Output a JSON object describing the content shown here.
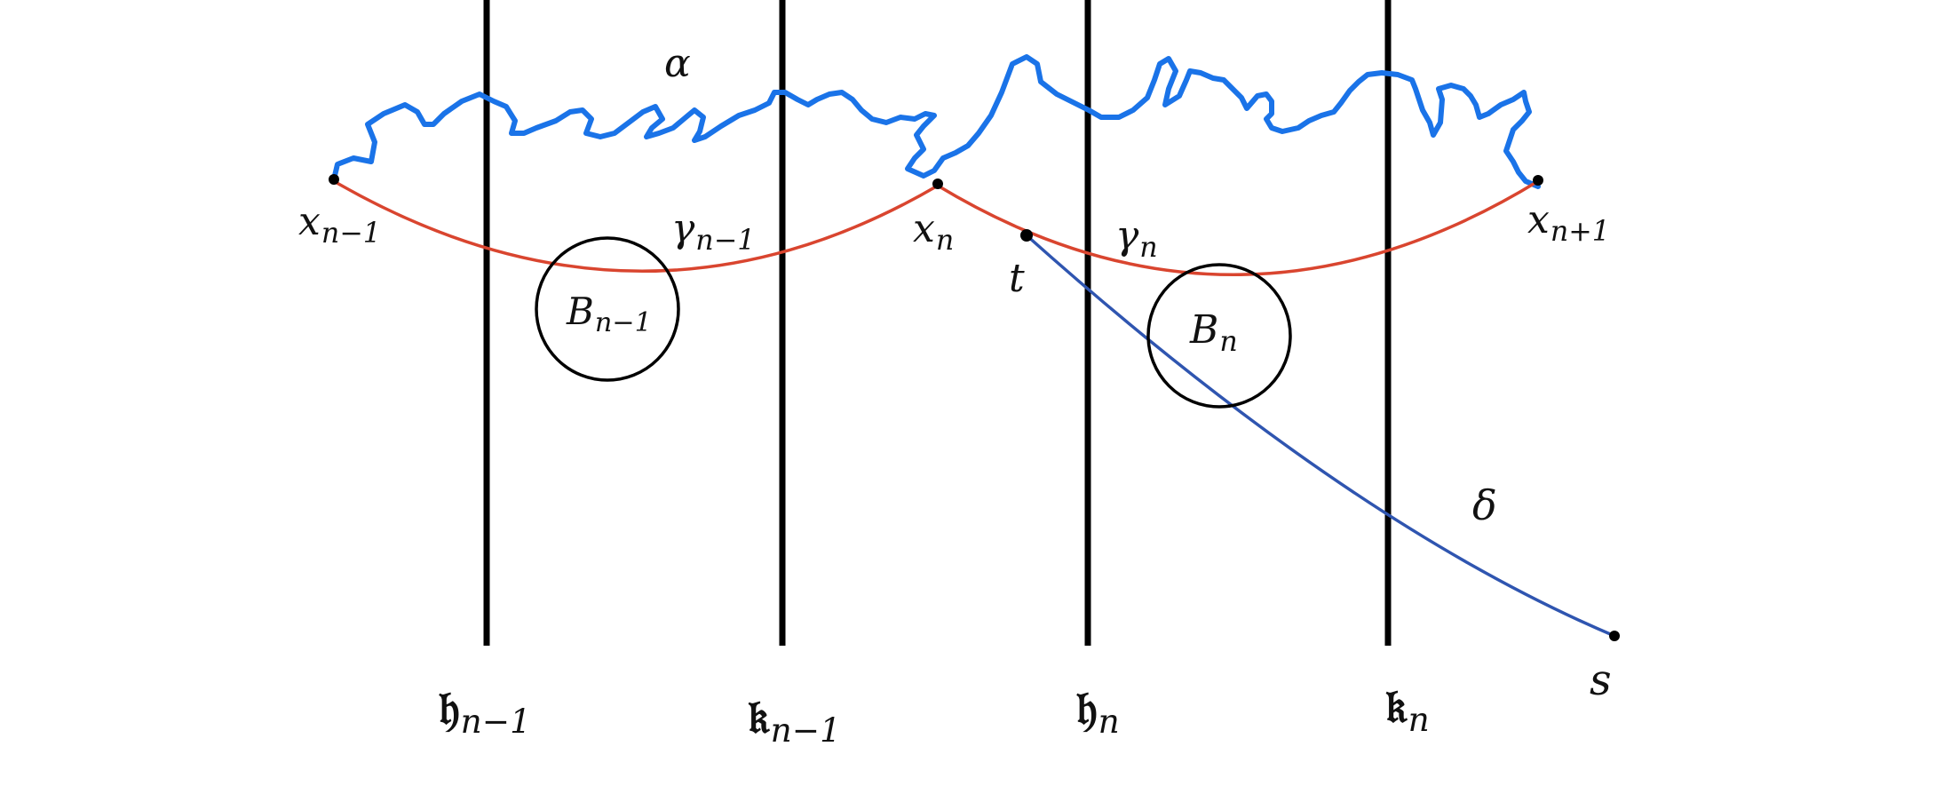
{
  "diagram": {
    "colors": {
      "walls": "#000000",
      "alpha_path": "#1a73e8",
      "gamma_geodesic": "#d9452f",
      "delta_geodesic": "#2f55b0",
      "balls": "#000000",
      "points": "#000000"
    },
    "labels": {
      "alpha": "α",
      "x_prev": {
        "base": "x",
        "sub": "n−1"
      },
      "gamma_prev": {
        "base": "γ",
        "sub": "n−1"
      },
      "x_n": {
        "base": "x",
        "sub": "n"
      },
      "t": "t",
      "gamma_n": {
        "base": "γ",
        "sub": "n"
      },
      "x_next": {
        "base": "x",
        "sub": "n+1"
      },
      "ball_prev": {
        "base": "B",
        "sub": "n−1"
      },
      "ball_n": {
        "base": "B",
        "sub": "n"
      },
      "delta": "δ",
      "s": "s",
      "h_prev": {
        "base": "𝔥",
        "sub": "n−1"
      },
      "k_prev": {
        "base": "𝔨",
        "sub": "n−1"
      },
      "h_n": {
        "base": "𝔥",
        "sub": "n"
      },
      "k_n": {
        "base": "𝔨",
        "sub": "n"
      }
    }
  }
}
